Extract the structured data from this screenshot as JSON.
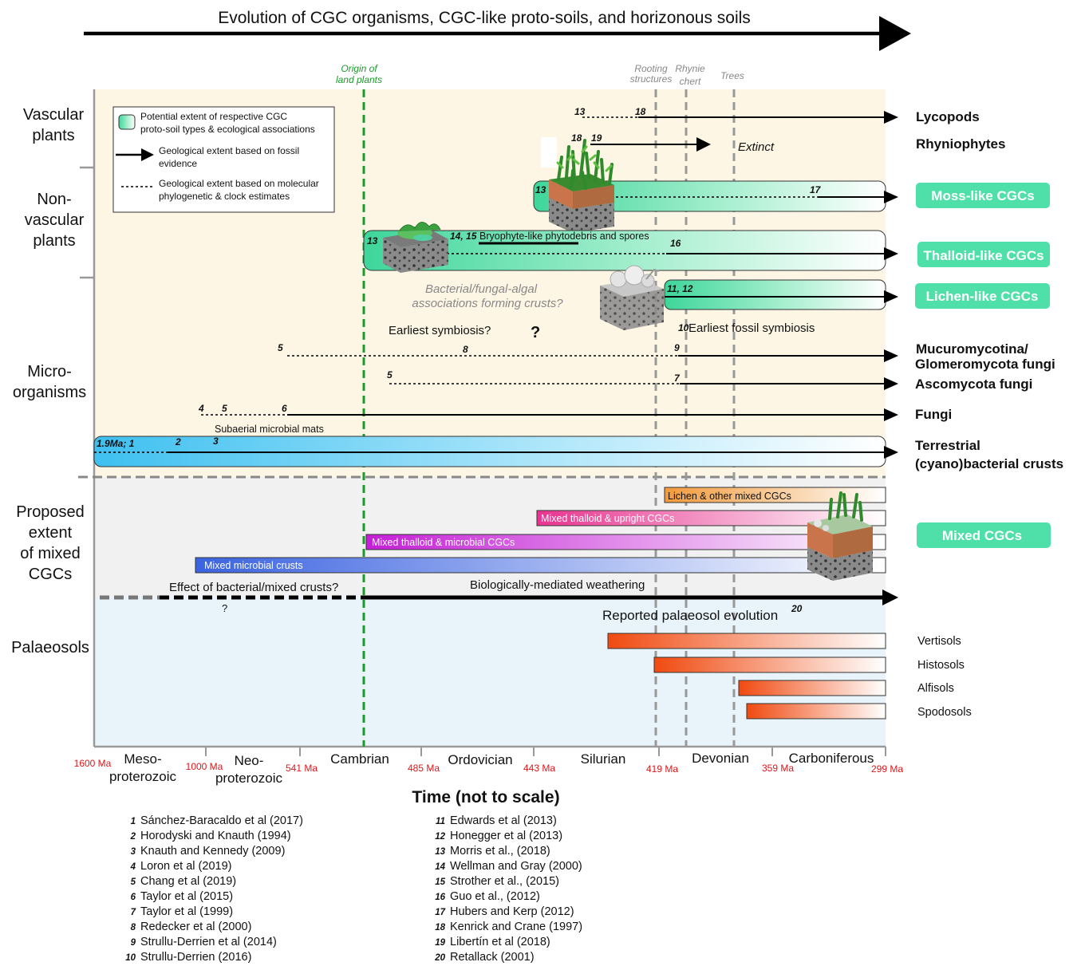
{
  "title": "Evolution of CGC organisms, CGC-like proto-soils, and horizonous soils",
  "markers": [
    {
      "label_lines": [
        "Origin of",
        "land plants"
      ],
      "color": "#1a9a2a"
    },
    {
      "label_lines": [
        "Rooting",
        "structures"
      ],
      "color": "#888888"
    },
    {
      "label_lines": [
        "Rhynie",
        "chert"
      ],
      "color": "#888888"
    },
    {
      "label_lines": [
        "Trees"
      ],
      "color": "#888888"
    }
  ],
  "groups": [
    {
      "lines": [
        "Vascular",
        "plants"
      ]
    },
    {
      "lines": [
        "Non-",
        "vascular",
        "plants"
      ]
    },
    {
      "lines": [
        "Micro-",
        "organisms"
      ]
    },
    {
      "lines": [
        "Proposed",
        "extent",
        "of mixed",
        "CGCs"
      ]
    },
    {
      "lines": [
        "Palaeosols"
      ]
    }
  ],
  "legend": {
    "box_text": [
      "Potential extent of respective CGC",
      "proto-soil types & ecological associations"
    ],
    "solid_text": [
      "Geological extent based on fossil",
      "evidence"
    ],
    "dashed_text": [
      "Geological extent based on molecular",
      "phylogenetic & clock estimates"
    ]
  },
  "lineages": [
    {
      "name_lines": [
        "Lycopods"
      ],
      "style": "bold"
    },
    {
      "name_lines": [
        "Rhyniophytes"
      ],
      "style": "bold"
    },
    {
      "name_lines": [
        "Moss-like CGCs"
      ],
      "style": "badge"
    },
    {
      "name_lines": [
        "Thalloid-like CGCs"
      ],
      "style": "badge"
    },
    {
      "name_lines": [
        "Lichen-like CGCs"
      ],
      "style": "badge"
    },
    {
      "name_lines": [
        "Mucuromycotina/",
        "Glomeromycota  fungi"
      ],
      "style": "bold"
    },
    {
      "name_lines": [
        "Ascomycota fungi"
      ],
      "style": "bold"
    },
    {
      "name_lines": [
        "Fungi"
      ],
      "style": "bold"
    },
    {
      "name_lines": [
        "Terrestrial",
        "(cyano)bacterial crusts"
      ],
      "style": "bold"
    },
    {
      "name_lines": [
        "Mixed CGCs"
      ],
      "style": "badge"
    }
  ],
  "annotations": {
    "extinct": "Extinct",
    "bryophyte": "Bryophyte-like phytodebris and spores",
    "bacterial_fungal": [
      "Bacterial/fungal-algal",
      "associations forming crusts?"
    ],
    "earliest_symbiosis": "Earliest symbiosis?",
    "question": "?",
    "earliest_fossil": "Earliest fossil symbiosis",
    "subaerial": "Subaerial microbial mats",
    "effect": "Effect of bacterial/mixed crusts?",
    "effect_q": "?",
    "bio_weathering": "Biologically-mediated weathering",
    "palaeosol_evolution": "Reported palaeosol evolution"
  },
  "ref_markers": {
    "lyco_a": "13",
    "lyco_b": "18",
    "rhy_a": "18",
    "rhy_b": "19",
    "moss_a": "13",
    "moss_b": "17",
    "thal_a": "13",
    "thal_b": "14, 15",
    "thal_c": "16",
    "lich_a": "11, 12",
    "symb": "10",
    "muc_a": "5",
    "muc_b": "8",
    "muc_c": "9",
    "asc_a": "5",
    "asc_b": "7",
    "fun_a": "4",
    "fun_b": "5",
    "fun_c": "6",
    "bac_a": "1.9Ma; 1",
    "bac_b": "2",
    "bac_c": "3",
    "pal": "20"
  },
  "mixed_bars": [
    {
      "label": "Lichen & other mixed CGCs",
      "color": "#f29a3a"
    },
    {
      "label": "Mixed thalloid & upright CGCs",
      "color": "#e8348f"
    },
    {
      "label": "Mixed thalloid & microbial CGCs",
      "color": "#c41fd6"
    },
    {
      "label": "Mixed microbial crusts",
      "color": "#3b63e0"
    }
  ],
  "palaeosols": [
    {
      "name": "Vertisols"
    },
    {
      "name": "Histosols"
    },
    {
      "name": "Alfisols"
    },
    {
      "name": "Spodosols"
    }
  ],
  "axis": {
    "ages": [
      "1600 Ma",
      "1000 Ma",
      "541 Ma",
      "485 Ma",
      "443 Ma",
      "419 Ma",
      "359 Ma",
      "299 Ma"
    ],
    "periods": [
      {
        "lines": [
          "Meso-",
          "proterozoic"
        ]
      },
      {
        "lines": [
          "Neo-",
          "proterozoic"
        ]
      },
      {
        "lines": [
          "Cambrian"
        ]
      },
      {
        "lines": [
          "Ordovician"
        ]
      },
      {
        "lines": [
          "Silurian"
        ]
      },
      {
        "lines": [
          "Devonian"
        ]
      },
      {
        "lines": [
          "Carboniferous"
        ]
      }
    ],
    "title": "Time (not to scale)"
  },
  "references_left": [
    {
      "n": "1",
      "text": "Sánchez-Baracaldo et al (2017)"
    },
    {
      "n": "2",
      "text": "Horodyski and Knauth (1994)"
    },
    {
      "n": "3",
      "text": "Knauth and Kennedy (2009)"
    },
    {
      "n": "4",
      "text": "Loron et al (2019)"
    },
    {
      "n": "5",
      "text": "Chang et al (2019)"
    },
    {
      "n": "6",
      "text": "Taylor et al (2015)"
    },
    {
      "n": "7",
      "text": "Taylor et al (1999)"
    },
    {
      "n": "8",
      "text": "Redecker et al (2000)"
    },
    {
      "n": "9",
      "text": "Strullu-Derrien et al (2014)"
    },
    {
      "n": "10",
      "text": "Strullu-Derrien (2016)"
    }
  ],
  "references_right": [
    {
      "n": "11",
      "text": "Edwards et al (2013)"
    },
    {
      "n": "12",
      "text": "Honegger et al (2013)"
    },
    {
      "n": "13",
      "text": "Morris et al., (2018)"
    },
    {
      "n": "14",
      "text": "Wellman and Gray (2000)"
    },
    {
      "n": "15",
      "text": "Strother et al., (2015)"
    },
    {
      "n": "16",
      "text": "Guo et al., (2012)"
    },
    {
      "n": "17",
      "text": "Hubers and Kerp (2012)"
    },
    {
      "n": "18",
      "text": "Kenrick and Crane (1997)"
    },
    {
      "n": "19",
      "text": "Libertín et al (2018)"
    },
    {
      "n": "20",
      "text": "Retallack (2001)"
    }
  ]
}
